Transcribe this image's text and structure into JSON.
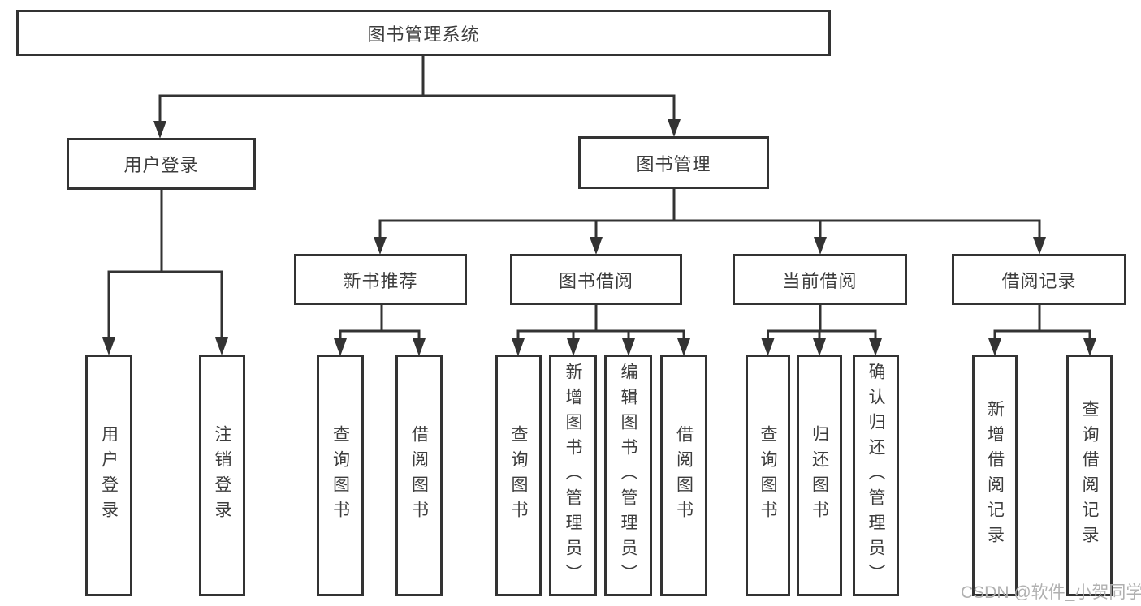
{
  "diagram_title": "图书管理系统",
  "nodes": {
    "root": "图书管理系统",
    "user_login": "用户登录",
    "book_mgmt": "图书管理",
    "new_book_rec": "新书推荐",
    "book_borrow": "图书借阅",
    "current_borrow": "当前借阅",
    "borrow_records": "借阅记录",
    "login": "用户登录",
    "logout": "注销登录",
    "query_book_rec": "查询图书",
    "borrow_book_rec": "借阅图书",
    "query_book_borrow": "查询图书",
    "add_book_admin": "新增图书（管理员）",
    "edit_book_admin": "编辑图书（管理员）",
    "borrow_book": "借阅图书",
    "query_book_current": "查询图书",
    "return_book": "归还图书",
    "confirm_return_admin": "确认归还（管理员）",
    "add_borrow_record": "新增借阅记录",
    "query_borrow_record": "查询借阅记录"
  },
  "tree": {
    "图书管理系统": {
      "用户登录": [
        "用户登录",
        "注销登录"
      ],
      "图书管理": {
        "新书推荐": [
          "查询图书",
          "借阅图书"
        ],
        "图书借阅": [
          "查询图书",
          "新增图书（管理员）",
          "编辑图书（管理员）",
          "借阅图书"
        ],
        "当前借阅": [
          "查询图书",
          "归还图书",
          "确认归还（管理员）"
        ],
        "借阅记录": [
          "新增借阅记录",
          "查询借阅记录"
        ]
      }
    }
  },
  "colors": {
    "line": "#333333",
    "box_border": "#333333",
    "text": "#3d3d3d",
    "watermark": "#b0b0b0",
    "background": "#ffffff"
  },
  "watermark": "CSDN @软件_小贺同学"
}
